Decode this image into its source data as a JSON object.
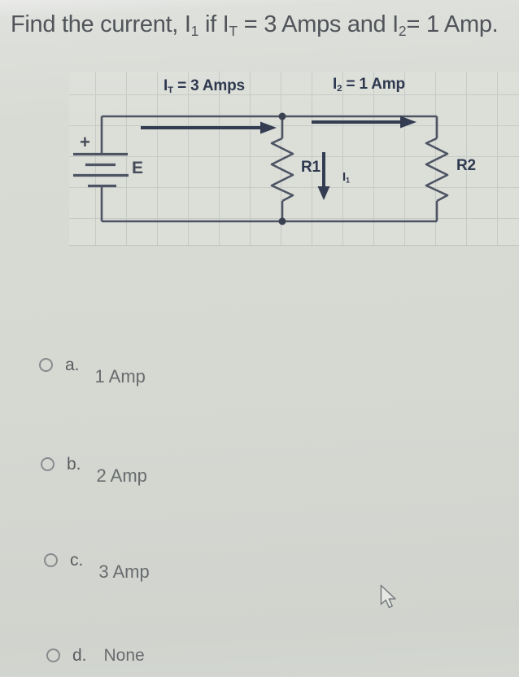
{
  "colors": {
    "page_bg": "#d6d8d2",
    "wire": "#4d5463",
    "arrow": "#333c50",
    "diagram_label": "#2e3950",
    "question_text": "#515459",
    "option_letter": "#5a5d60",
    "option_text": "#696c6e",
    "radio_border": "#878b8d",
    "grid_line": "#b9bfba",
    "grid_bg": "#e1e3dd"
  },
  "question": {
    "seg1": "Find the current, I",
    "sub1": "1",
    "seg2": " if I",
    "sub2": "T",
    "seg3": " = 3 Amps and I",
    "sub3": "2",
    "seg4": "= 1 Amp."
  },
  "circuit": {
    "it_label": {
      "base": "I",
      "sub": "T",
      "rest": " = 3 Amps"
    },
    "i2_label": {
      "base": "I",
      "sub": "2",
      "rest": " = 1 Amp"
    },
    "plus_sign": "+",
    "source_label": "E",
    "r1_label": "R1",
    "i1_label": {
      "base": "I",
      "sub": "1"
    },
    "r2_label": "R2"
  },
  "options": [
    {
      "letter": "a.",
      "text": "1 Amp",
      "checked": false
    },
    {
      "letter": "b.",
      "text": "2 Amp",
      "checked": false
    },
    {
      "letter": "c.",
      "text": "3 Amp",
      "checked": false
    },
    {
      "letter": "d.",
      "text": "None",
      "checked": false
    }
  ]
}
